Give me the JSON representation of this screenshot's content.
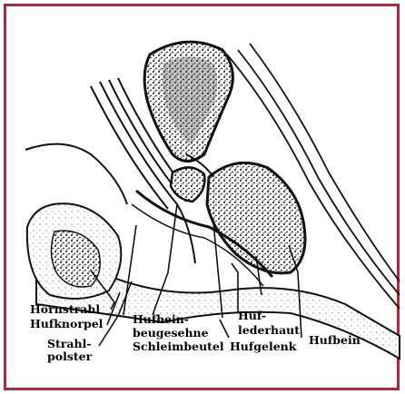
{
  "colors": {
    "frame": "#b1283c",
    "ink": "#111111"
  },
  "labels": {
    "hornstrahl": "Hornstrahl",
    "hufknorpel": "Hufknorpel",
    "strahl_1": "Strahl-",
    "strahl_2": "polster",
    "hufbein_beuge_1": "Hufbein-",
    "hufbein_beuge_2": "beugesehne",
    "schleimbeutel": "Schleimbeutel",
    "huf_1": "Huf-",
    "huf_2": "lederhaut",
    "hufgelenk": "Hufgelenk",
    "hufbein": "Hufbein"
  }
}
